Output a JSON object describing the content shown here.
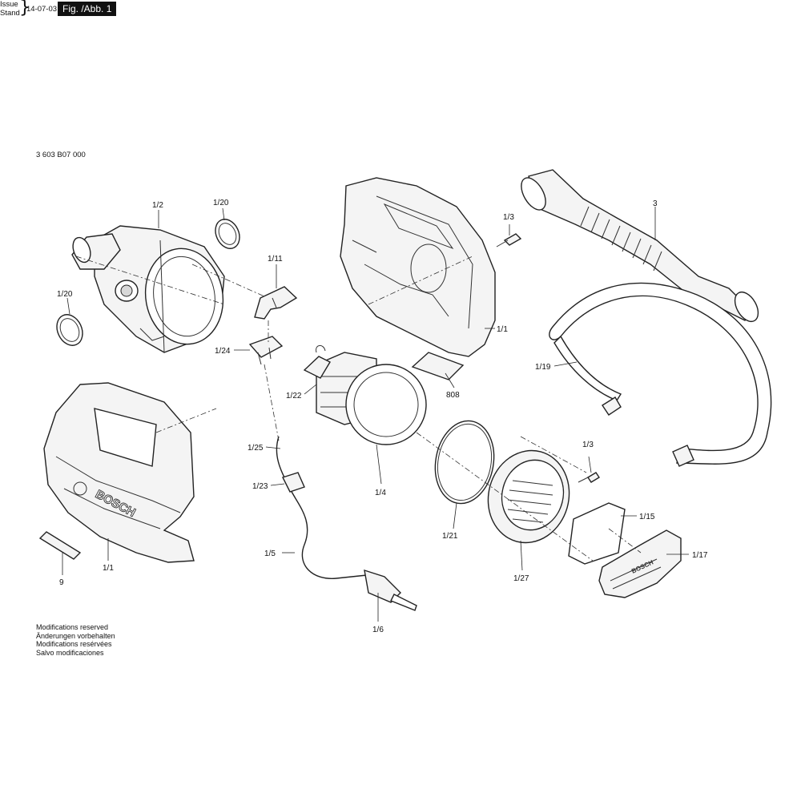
{
  "header": {
    "part_number": "3 603 B07 000",
    "issue_label": "Issue",
    "stand_label": "Stand",
    "issue_date": "14-07-03",
    "figure_tag": "Fig. /Abb. 1"
  },
  "footer": {
    "lines": [
      "Modifications reserved",
      "Änderungen vorbehalten",
      "Modifications resérvées",
      "Salvo modificaciones"
    ]
  },
  "callouts": {
    "c_1_2": "1/2",
    "c_1_20_a": "1/20",
    "c_1_20_b": "1/20",
    "c_1_11": "1/11",
    "c_1_3_a": "1/3",
    "c_3": "3",
    "c_1_1_a": "1/1",
    "c_1_24": "1/24",
    "c_1_22": "1/22",
    "c_808": "808",
    "c_1_19": "1/19",
    "c_1_25": "1/25",
    "c_1_23": "1/23",
    "c_1_4": "1/4",
    "c_1_3_b": "1/3",
    "c_1_15": "1/15",
    "c_1_21": "1/21",
    "c_1_5": "1/5",
    "c_1_17": "1/17",
    "c_9": "9",
    "c_1_1_b": "1/1",
    "c_1_27": "1/27",
    "c_1_6": "1/6"
  },
  "brand_marks": {
    "housing": "BOSCH",
    "nozzle": "BOSCH"
  }
}
